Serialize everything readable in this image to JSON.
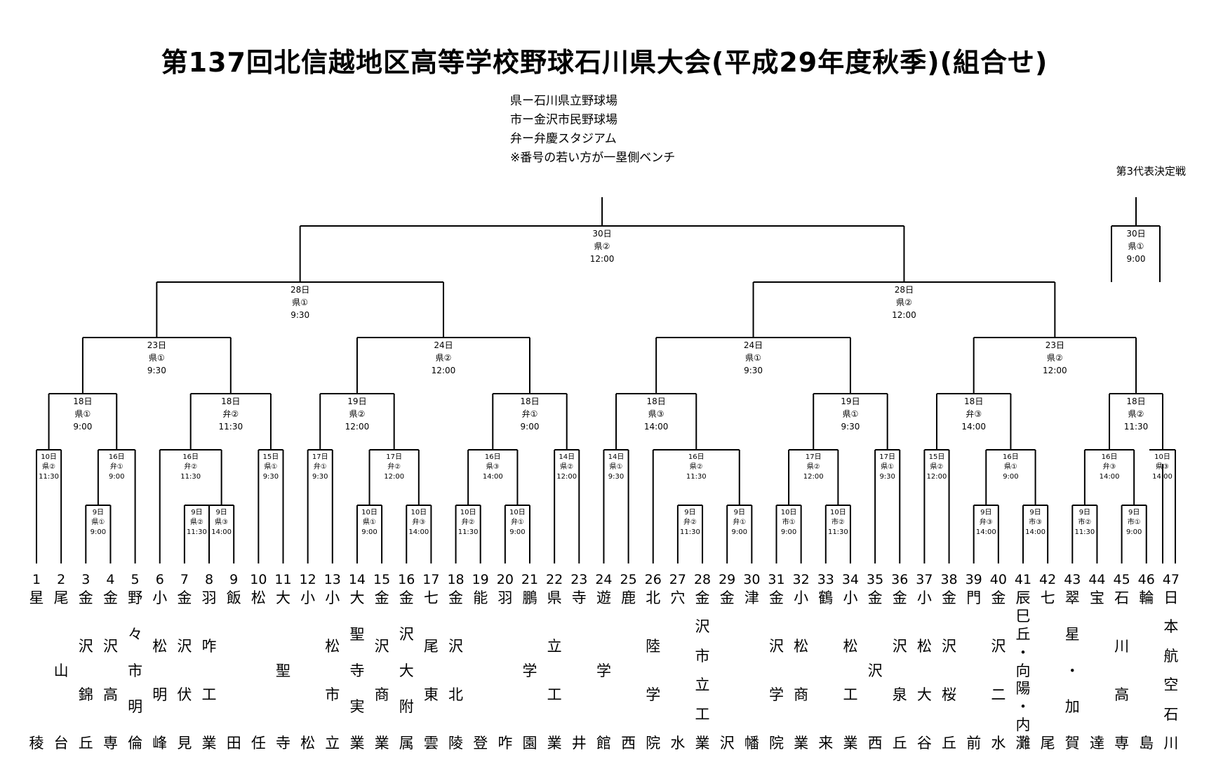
{
  "title": "第137回北信越地区高等学校野球石川県大会(平成29年度秋季)(組合せ)",
  "legend": [
    "県ー石川県立野球場",
    "市ー金沢市民野球場",
    "弁ー弁慶スタジアム",
    "※番号の若い方が一塁側ベンチ"
  ],
  "third_place_label": "第3代表決定戦",
  "teams": [
    {
      "no": "1",
      "name": "星稜"
    },
    {
      "no": "2",
      "name": "尾山台"
    },
    {
      "no": "3",
      "name": "金沢錦丘"
    },
    {
      "no": "4",
      "name": "金沢高専"
    },
    {
      "no": "5",
      "name": "野々市明倫"
    },
    {
      "no": "6",
      "name": "小松明峰"
    },
    {
      "no": "7",
      "name": "金沢伏見"
    },
    {
      "no": "8",
      "name": "羽咋工業"
    },
    {
      "no": "9",
      "name": "飯田"
    },
    {
      "no": "10",
      "name": "松任"
    },
    {
      "no": "11",
      "name": "大聖寺"
    },
    {
      "no": "12",
      "name": "小松"
    },
    {
      "no": "13",
      "name": "小松市立"
    },
    {
      "no": "14",
      "name": "大聖寺実業"
    },
    {
      "no": "15",
      "name": "金沢商業"
    },
    {
      "no": "16",
      "name": "金沢大附属"
    },
    {
      "no": "17",
      "name": "七尾東雲"
    },
    {
      "no": "18",
      "name": "金沢北陵"
    },
    {
      "no": "19",
      "name": "能登"
    },
    {
      "no": "20",
      "name": "羽咋"
    },
    {
      "no": "21",
      "name": "鵬学園"
    },
    {
      "no": "22",
      "name": "県立工業"
    },
    {
      "no": "23",
      "name": "寺井"
    },
    {
      "no": "24",
      "name": "遊学館"
    },
    {
      "no": "25",
      "name": "鹿西"
    },
    {
      "no": "26",
      "name": "北陸学院"
    },
    {
      "no": "27",
      "name": "穴水"
    },
    {
      "no": "28",
      "name": "金沢市立工業"
    },
    {
      "no": "29",
      "name": "金沢"
    },
    {
      "no": "30",
      "name": "津幡"
    },
    {
      "no": "31",
      "name": "金沢学院"
    },
    {
      "no": "32",
      "name": "小松商業"
    },
    {
      "no": "33",
      "name": "鶴来"
    },
    {
      "no": "34",
      "name": "小松工業"
    },
    {
      "no": "35",
      "name": "金沢西"
    },
    {
      "no": "36",
      "name": "金沢泉丘"
    },
    {
      "no": "37",
      "name": "小松大谷"
    },
    {
      "no": "38",
      "name": "金沢桜丘"
    },
    {
      "no": "39",
      "name": "門前"
    },
    {
      "no": "40",
      "name": "金沢二水"
    },
    {
      "no": "41",
      "name": "辰巳丘・向陽・内灘"
    },
    {
      "no": "42",
      "name": "七尾"
    },
    {
      "no": "43",
      "name": "翠星・加賀"
    },
    {
      "no": "44",
      "name": "宝達"
    },
    {
      "no": "45",
      "name": "石川高専"
    },
    {
      "no": "46",
      "name": "輪島"
    },
    {
      "no": "47",
      "name": "日本航空石川"
    }
  ],
  "matches": [
    {
      "id": "m3v4",
      "date": "9日",
      "venue": "県①",
      "time": "9:00"
    },
    {
      "id": "m7v8",
      "date": "9日",
      "venue": "県②",
      "time": "11:30"
    },
    {
      "id": "m8v9",
      "date": "9日",
      "venue": "県③",
      "time": "14:00"
    },
    {
      "id": "m14v15",
      "date": "10日",
      "venue": "県①",
      "time": "9:00"
    },
    {
      "id": "m16v17",
      "date": "10日",
      "venue": "弁③",
      "time": "14:00"
    },
    {
      "id": "m18v19",
      "date": "10日",
      "venue": "弁②",
      "time": "11:30"
    },
    {
      "id": "m20v21",
      "date": "10日",
      "venue": "弁①",
      "time": "9:00"
    },
    {
      "id": "m27v28",
      "date": "9日",
      "venue": "弁②",
      "time": "11:30"
    },
    {
      "id": "m29v30",
      "date": "9日",
      "venue": "弁①",
      "time": "9:00"
    },
    {
      "id": "m31v32",
      "date": "10日",
      "venue": "市①",
      "time": "9:00"
    },
    {
      "id": "m33v34",
      "date": "10日",
      "venue": "市②",
      "time": "11:30"
    },
    {
      "id": "m39v40",
      "date": "9日",
      "venue": "弁③",
      "time": "14:00"
    },
    {
      "id": "m41v42",
      "date": "9日",
      "venue": "市③",
      "time": "14:00"
    },
    {
      "id": "m43v44",
      "date": "9日",
      "venue": "市②",
      "time": "11:30"
    },
    {
      "id": "m45v46",
      "date": "9日",
      "venue": "市①",
      "time": "9:00"
    },
    {
      "id": "r2a",
      "date": "10日",
      "venue": "県②",
      "time": "11:30"
    },
    {
      "id": "r2b",
      "date": "16日",
      "venue": "弁①",
      "time": "9:00"
    },
    {
      "id": "r2c",
      "date": "16日",
      "venue": "弁②",
      "time": "11:30"
    },
    {
      "id": "r2d",
      "date": "15日",
      "venue": "県①",
      "time": "9:30"
    },
    {
      "id": "r2e",
      "date": "17日",
      "venue": "弁①",
      "time": "9:30"
    },
    {
      "id": "r2f",
      "date": "17日",
      "venue": "弁②",
      "time": "12:00"
    },
    {
      "id": "r2g",
      "date": "16日",
      "venue": "県③",
      "time": "14:00"
    },
    {
      "id": "r2h",
      "date": "14日",
      "venue": "県②",
      "time": "12:00"
    },
    {
      "id": "r2i",
      "date": "14日",
      "venue": "県①",
      "time": "9:30"
    },
    {
      "id": "r2j",
      "date": "16日",
      "venue": "県②",
      "time": "11:30"
    },
    {
      "id": "r2k",
      "date": "17日",
      "venue": "県②",
      "time": "12:00"
    },
    {
      "id": "r2l",
      "date": "17日",
      "venue": "県①",
      "time": "9:30"
    },
    {
      "id": "r2m",
      "date": "15日",
      "venue": "県②",
      "time": "12:00"
    },
    {
      "id": "r2n",
      "date": "16日",
      "venue": "県①",
      "time": "9:00"
    },
    {
      "id": "r2o",
      "date": "16日",
      "venue": "弁③",
      "time": "14:00"
    },
    {
      "id": "r2p",
      "date": "10日",
      "venue": "県③",
      "time": "14:00"
    },
    {
      "id": "r3a",
      "date": "18日",
      "venue": "県①",
      "time": "9:00"
    },
    {
      "id": "r3b",
      "date": "18日",
      "venue": "弁②",
      "time": "11:30"
    },
    {
      "id": "r3c",
      "date": "19日",
      "venue": "県②",
      "time": "12:00"
    },
    {
      "id": "r3d",
      "date": "18日",
      "venue": "弁①",
      "time": "9:00"
    },
    {
      "id": "r3e",
      "date": "18日",
      "venue": "県③",
      "time": "14:00"
    },
    {
      "id": "r3f",
      "date": "19日",
      "venue": "県①",
      "time": "9:30"
    },
    {
      "id": "r3g",
      "date": "18日",
      "venue": "弁③",
      "time": "14:00"
    },
    {
      "id": "r3h",
      "date": "18日",
      "venue": "県②",
      "time": "11:30"
    },
    {
      "id": "qf1",
      "date": "23日",
      "venue": "県①",
      "time": "9:30"
    },
    {
      "id": "qf2",
      "date": "24日",
      "venue": "県②",
      "time": "12:00"
    },
    {
      "id": "qf3",
      "date": "24日",
      "venue": "県①",
      "time": "9:30"
    },
    {
      "id": "qf4",
      "date": "23日",
      "venue": "県②",
      "time": "12:00"
    },
    {
      "id": "sf1",
      "date": "28日",
      "venue": "県①",
      "time": "9:30"
    },
    {
      "id": "sf2",
      "date": "28日",
      "venue": "県②",
      "time": "12:00"
    },
    {
      "id": "final",
      "date": "30日",
      "venue": "県②",
      "time": "12:00"
    },
    {
      "id": "third",
      "date": "30日",
      "venue": "県①",
      "time": "9:00"
    }
  ]
}
